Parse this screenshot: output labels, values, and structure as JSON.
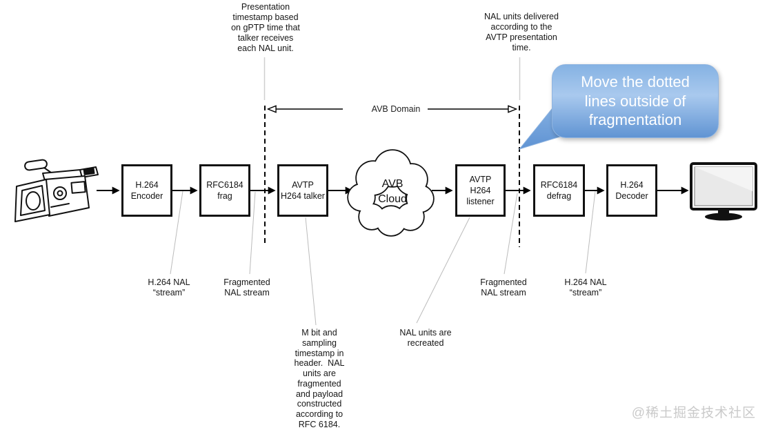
{
  "top_annotations": {
    "presentation_timestamp": "Presentation\ntimestamp based\non gPTP time that\ntalker receives\neach NAL unit.",
    "nal_delivered": "NAL units delivered\naccording to the\nAVTP presentation\ntime."
  },
  "callout": {
    "text": "Move the dotted\nlines outside of\nfragmentation",
    "fill_top": "#85b2e3",
    "fill_bottom": "#6094d3",
    "text_color": "#ffffff"
  },
  "domain": {
    "label": "AVB Domain"
  },
  "nodes": [
    {
      "id": "camera",
      "icon": "video-camera-icon"
    },
    {
      "id": "h264-encoder",
      "label": "H.264\nEncoder"
    },
    {
      "id": "rfc6184-frag",
      "label": "RFC6184\nfrag"
    },
    {
      "id": "avtp-h264-talker",
      "label": "AVTP\nH264 talker"
    },
    {
      "id": "avb-cloud",
      "label": "AVB\nCloud",
      "shape": "cloud"
    },
    {
      "id": "avtp-h264-listener",
      "label": "AVTP\nH264\nlistener"
    },
    {
      "id": "rfc6184-defrag",
      "label": "RFC6184\ndefrag"
    },
    {
      "id": "h264-decoder",
      "label": "H.264\nDecoder"
    },
    {
      "id": "monitor",
      "icon": "monitor-icon"
    }
  ],
  "bottom_annotations": {
    "h264_nal_stream_left": "H.264 NAL\n“stream”",
    "fragmented_nal_left": "Fragmented\nNAL stream",
    "m_bit": "M bit and\nsampling\ntimestamp in\nheader.  NAL\nunits are\nfragmented\nand payload\nconstructed\naccording to\nRFC 6184.",
    "nal_recreated": "NAL units are\nrecreated",
    "fragmented_nal_right": "Fragmented\nNAL stream",
    "h264_nal_stream_right": "H.264 NAL\n“stream”"
  },
  "watermark": "@稀土掘金技术社区",
  "colors": {
    "box_border": "#111111",
    "arrow": "#000000",
    "leader_line": "#bbbbbb",
    "watermark": "#cacaca"
  }
}
